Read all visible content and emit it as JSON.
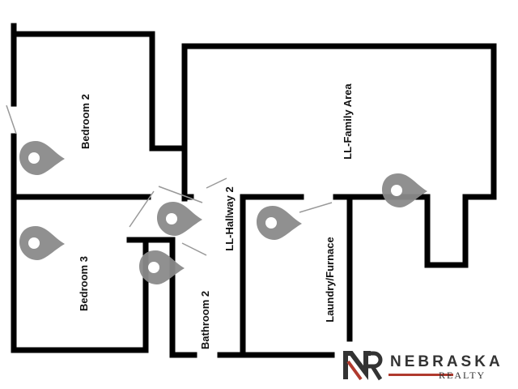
{
  "rooms": {
    "bedroom2": "Bedroom 2",
    "bedroom3": "Bedroom 3",
    "family": "LL-Family Area",
    "hallway": "LL-Hallway 2",
    "bathroom": "Bathroom 2",
    "laundry": "Laundry/Furnace"
  },
  "logo": {
    "name": "NEBRASKA",
    "sub": "REALTY",
    "mark": "NR"
  },
  "colors": {
    "wall": "#000000",
    "pin": "#8a8a8a",
    "accent": "#b03a2e"
  },
  "pins": [
    "pin-bedroom2",
    "pin-bedroom3",
    "pin-hallway-a",
    "pin-hallway-b",
    "pin-laundry",
    "pin-family"
  ]
}
